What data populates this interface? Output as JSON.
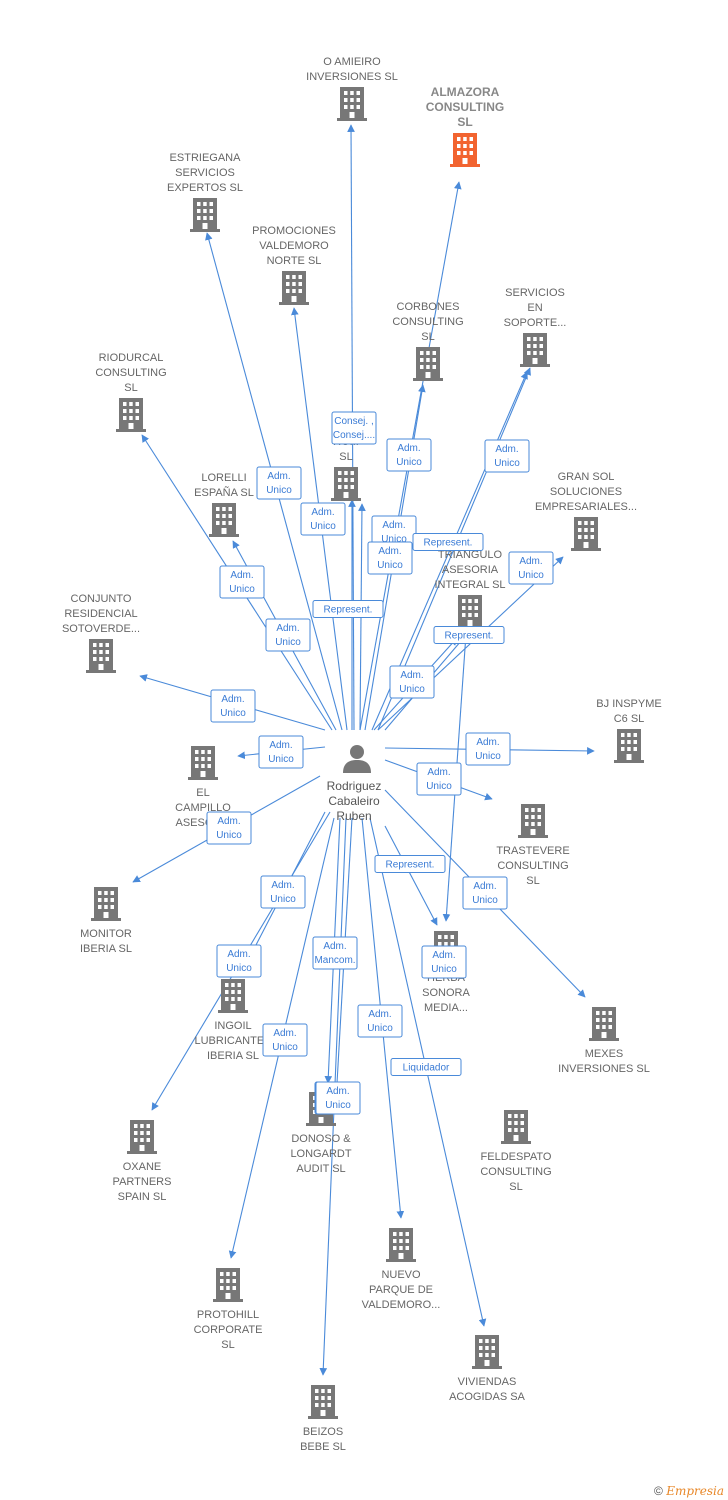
{
  "person": {
    "lines": [
      "Rodriguez",
      "Cabaleiro",
      "Ruben"
    ]
  },
  "companies": [
    {
      "id": "amieiro",
      "lines": [
        "O AMIEIRO",
        "INVERSIONES SL"
      ]
    },
    {
      "id": "almazora",
      "lines": [
        "ALMAZORA",
        "CONSULTING",
        "SL"
      ],
      "highlight": true
    },
    {
      "id": "estriegana",
      "lines": [
        "ESTRIEGANA",
        "SERVICIOS",
        "EXPERTOS  SL"
      ]
    },
    {
      "id": "promociones",
      "lines": [
        "PROMOCIONES",
        "VALDEMORO",
        "NORTE  SL"
      ]
    },
    {
      "id": "corbones",
      "lines": [
        "CORBONES",
        "CONSULTING",
        "SL"
      ]
    },
    {
      "id": "servicios",
      "lines": [
        "SERVICIOS",
        "EN",
        "SOPORTE..."
      ]
    },
    {
      "id": "riodurcal",
      "lines": [
        "RIODURCAL",
        "CONSULTING",
        "SL"
      ]
    },
    {
      "id": "toho",
      "lines": [
        "TO...",
        "HO...",
        "SL"
      ]
    },
    {
      "id": "lorelli",
      "lines": [
        "LORELLI",
        "ESPAÑA  SL"
      ]
    },
    {
      "id": "gransol",
      "lines": [
        "GRAN SOL",
        "SOLUCIONES",
        "EMPRESARIALES..."
      ]
    },
    {
      "id": "triangulo",
      "lines": [
        "TRIANGULO",
        "ASESORIA",
        "INTEGRAL  SL"
      ]
    },
    {
      "id": "conjunto",
      "lines": [
        "CONJUNTO",
        "RESIDENCIAL",
        "SOTOVERDE..."
      ]
    },
    {
      "id": "bjinspyme",
      "lines": [
        "BJ INSPYME",
        "C6 SL"
      ]
    },
    {
      "id": "campillo",
      "lines": [
        "EL",
        "CAMPILLO",
        "ASESOR..."
      ]
    },
    {
      "id": "trastevere",
      "lines": [
        "TRASTEVERE",
        "CONSULTING",
        "SL"
      ]
    },
    {
      "id": "monitor",
      "lines": [
        "MONITOR",
        "IBERIA SL"
      ]
    },
    {
      "id": "herba",
      "lines": [
        "HERBA",
        "SONORA",
        "MEDIA..."
      ]
    },
    {
      "id": "ingoil",
      "lines": [
        "INGOIL",
        "LUBRICANTES",
        "IBERIA  SL"
      ]
    },
    {
      "id": "mexes",
      "lines": [
        "MEXES",
        "INVERSIONES SL"
      ]
    },
    {
      "id": "oxane",
      "lines": [
        "OXANE",
        "PARTNERS",
        "SPAIN  SL"
      ]
    },
    {
      "id": "donoso",
      "lines": [
        "DONOSO &",
        "LONGARDT",
        "AUDIT SL"
      ]
    },
    {
      "id": "feldespato",
      "lines": [
        "FELDESPATO",
        "CONSULTING",
        "SL"
      ]
    },
    {
      "id": "nuevo",
      "lines": [
        "NUEVO",
        "PARQUE DE",
        "VALDEMORO..."
      ]
    },
    {
      "id": "protohill",
      "lines": [
        "PROTOHILL",
        "CORPORATE",
        "SL"
      ]
    },
    {
      "id": "viviendas",
      "lines": [
        "VIVIENDAS",
        "ACOGIDAS SA"
      ]
    },
    {
      "id": "beizos",
      "lines": [
        "BEIZOS",
        "BEBE  SL"
      ]
    }
  ],
  "edges": [
    {
      "to": "amieiro",
      "label": [
        "Represent."
      ]
    },
    {
      "to": "almazora",
      "label": [
        "Adm.",
        "Unico"
      ]
    },
    {
      "to": "estriegana",
      "label": [
        "Adm.",
        "Unico"
      ]
    },
    {
      "to": "promociones",
      "label": [
        "Adm.",
        "Unico"
      ]
    },
    {
      "to": "corbones",
      "label": [
        "Adm.",
        "Unico"
      ]
    },
    {
      "to": "servicios",
      "label": [
        "Adm.",
        "Unico"
      ]
    },
    {
      "to": "servicios",
      "label": [
        "Represent."
      ]
    },
    {
      "to": "riodurcal",
      "label": [
        "Adm.",
        "Unico"
      ]
    },
    {
      "to": "toho",
      "label": [
        "Consej. ,",
        "Consej...."
      ]
    },
    {
      "to": "toho",
      "label": [
        "Adm.",
        "Unico"
      ]
    },
    {
      "to": "lorelli",
      "label": [
        "Adm.",
        "Unico"
      ]
    },
    {
      "to": "gransol",
      "label": [
        "Adm.",
        "Unico"
      ]
    },
    {
      "to": "triangulo",
      "label": [
        "Adm.",
        "Unico"
      ]
    },
    {
      "to": "triangulo",
      "label": [
        "Represent."
      ]
    },
    {
      "to": "conjunto",
      "label": [
        "Adm.",
        "Unico"
      ]
    },
    {
      "to": "bjinspyme",
      "label": [
        "Adm.",
        "Unico"
      ]
    },
    {
      "to": "campillo",
      "label": [
        "Adm.",
        "Unico"
      ]
    },
    {
      "to": "trastevere",
      "label": [
        "Adm.",
        "Unico"
      ]
    },
    {
      "to": "monitor",
      "label": [
        "Adm.",
        "Unico"
      ]
    },
    {
      "to": "herba",
      "label": [
        "Represent."
      ]
    },
    {
      "to": "herba",
      "label": [
        "Adm.",
        "Unico"
      ]
    },
    {
      "to": "ingoil",
      "label": [
        "Adm.",
        "Unico"
      ]
    },
    {
      "to": "mexes",
      "label": [
        "Adm.",
        "Unico"
      ]
    },
    {
      "to": "oxane",
      "label": [
        "Adm.",
        "Unico"
      ]
    },
    {
      "to": "donoso",
      "label": [
        "Adm.",
        "Mancom."
      ]
    },
    {
      "to": "donoso",
      "label": [
        "Adm.",
        "Unico"
      ]
    },
    {
      "to": "nuevo",
      "label": [
        "Adm.",
        "Unico"
      ]
    },
    {
      "to": "protohill",
      "label": [
        "Adm.",
        "Unico"
      ]
    },
    {
      "to": "viviendas",
      "label": [
        "Liquidador"
      ]
    },
    {
      "to": "beizos",
      "label": [
        "Adm.",
        "Unico"
      ]
    },
    {
      "to": "amieiro",
      "label": [
        "Adm.",
        "Unico"
      ]
    }
  ],
  "footer": {
    "copyright": "©",
    "brand": "Empresia"
  },
  "colors": {
    "edge": "#4a8ad9",
    "building": "#777777",
    "building_highlight": "#f26430",
    "person": "#777777"
  }
}
